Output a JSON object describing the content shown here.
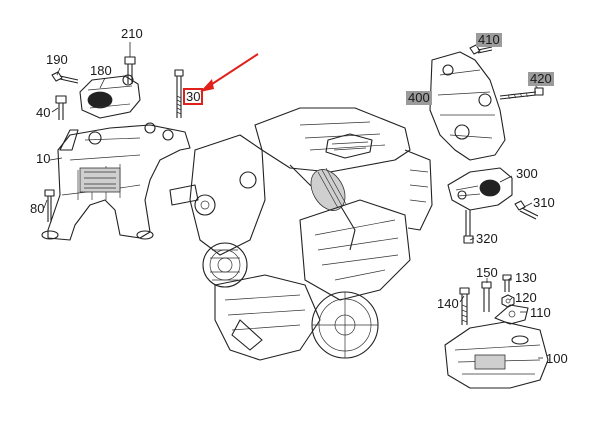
{
  "diagram": {
    "callouts": {
      "c10": "10",
      "c30": "30",
      "c40": "40",
      "c80": "80",
      "c100": "100",
      "c110": "110",
      "c120": "120",
      "c130": "130",
      "c140": "140",
      "c150": "150",
      "c180": "180",
      "c190": "190",
      "c210": "210",
      "c300": "300",
      "c310": "310",
      "c320": "320",
      "c400": "400",
      "c410": "410",
      "c420": "420"
    },
    "highlighted_callouts": [
      "400",
      "410",
      "420"
    ],
    "selected_callout": "30",
    "colors": {
      "arrow": "#e0201b",
      "highlight": "#9b9b9b",
      "lines": "#222222"
    }
  }
}
